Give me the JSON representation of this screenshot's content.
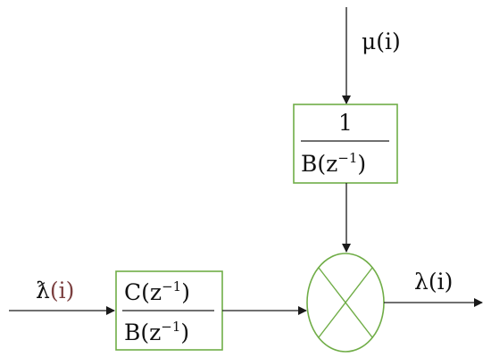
{
  "diagram": {
    "inputs": {
      "mu": "μ(i)",
      "lambda_in_symbol": "ƛ",
      "lambda_in_arg": "(i)"
    },
    "output": {
      "lambda_out": "λ(i)"
    },
    "block_top": {
      "numerator": "1",
      "denominator_base": "B(z",
      "denominator_exp": "−1",
      "denominator_close": ")"
    },
    "block_left": {
      "numerator_base": "C(z",
      "numerator_exp": "−1",
      "numerator_close": ")",
      "denominator_base": "B(z",
      "denominator_exp": "−1",
      "denominator_close": ")"
    },
    "colors": {
      "block_border": "#70ad47",
      "line": "#1a1a1a",
      "text": "#111111",
      "input_arg": "#7b3f3f"
    }
  }
}
